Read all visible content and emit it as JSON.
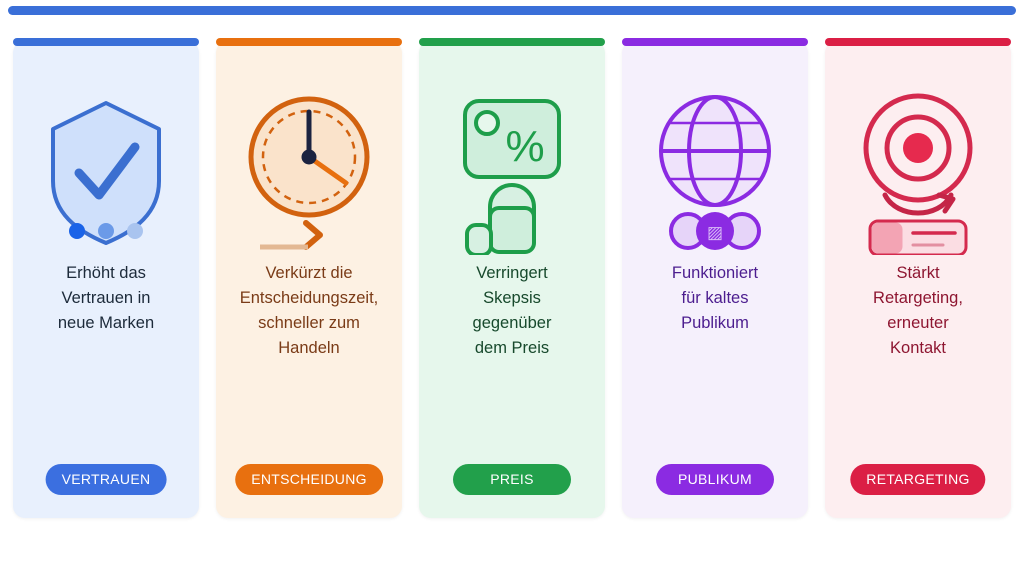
{
  "top_bar": {
    "color": "#3a6fd8"
  },
  "cards": [
    {
      "id": "vertrauen",
      "accent": "#3a6fd8",
      "background": "#e8f0fd",
      "icon": "shield-check-icon",
      "text": "Erhöht das\nVertrauen in\nneue Marken",
      "badge": "VERTRAUEN",
      "badge_color": "#3b6fe0",
      "dots": [
        "#1a63e8",
        "#6b9ae8",
        "#a9c4ef"
      ]
    },
    {
      "id": "entscheidung",
      "accent": "#e8700f",
      "background": "#fdf1e3",
      "icon": "clock-speed-icon",
      "text": "Verkürzt die\nEntscheidungszeit,\nschneller zum\nHandeln",
      "badge": "ENTSCHEIDUNG",
      "badge_color": "#e8700f",
      "clock": {
        "hour_hand": "#1b2340",
        "minute_hand": "#e8700f",
        "rim": "#d2620f",
        "face": "#fae3cb"
      }
    },
    {
      "id": "preis",
      "accent": "#22a04b",
      "background": "#e6f7ec",
      "icon": "price-tag-percent-icon",
      "text": "Verringert\nSkepsis\ngegenüber\ndem Preis",
      "badge": "PREIS",
      "badge_color": "#22a04b",
      "symbol": "%"
    },
    {
      "id": "publikum",
      "accent": "#8b2be2",
      "background": "#f5f0fc",
      "icon": "globe-audience-icon",
      "text": "Funktioniert\nfür kaltes\nPublikum",
      "badge": "PUBLIKUM",
      "badge_color": "#8b2be2",
      "node_glyph": "▨"
    },
    {
      "id": "retargeting",
      "accent": "#db1f45",
      "background": "#fdeef0",
      "icon": "target-retarget-icon",
      "text": "Stärkt\nRetargeting,\nerneuter\nKontakt",
      "badge": "RETARGETING",
      "badge_color": "#db1f45"
    }
  ]
}
